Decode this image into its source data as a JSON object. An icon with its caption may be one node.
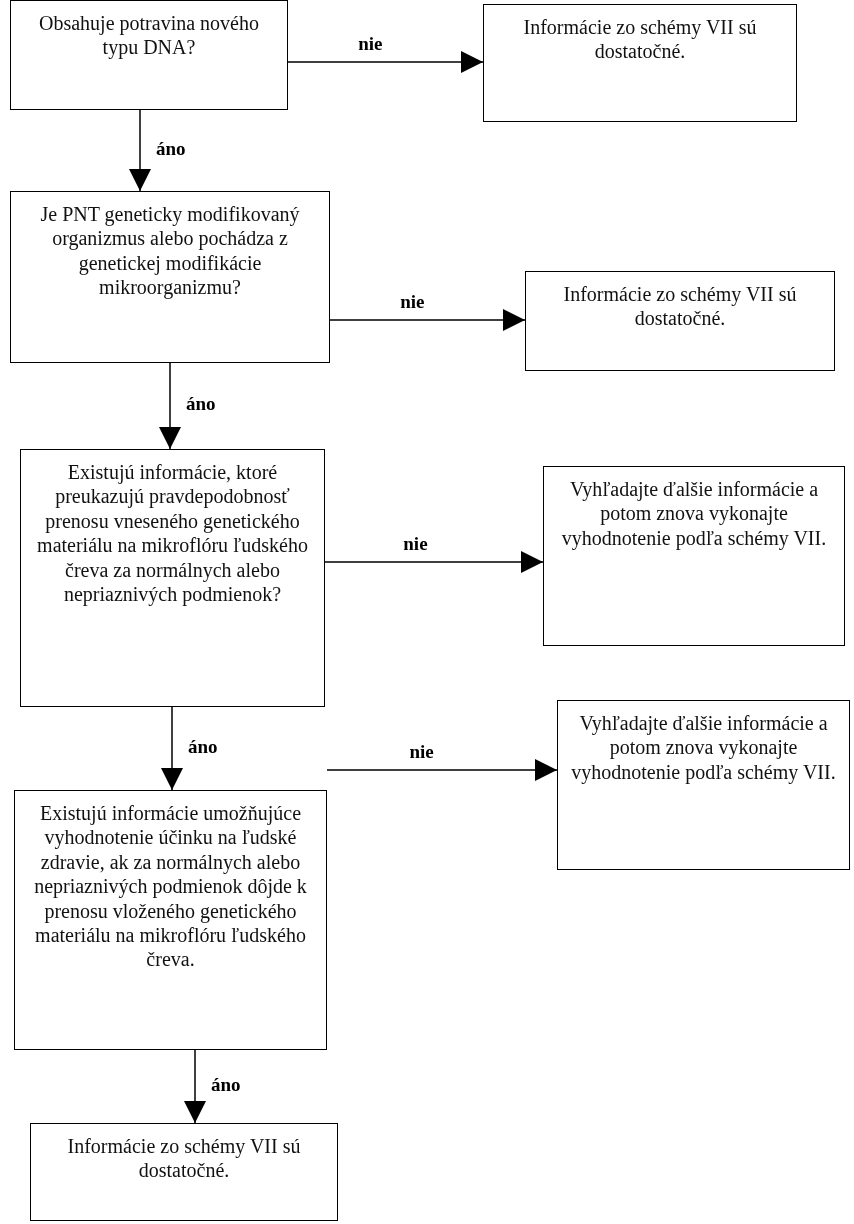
{
  "diagram": {
    "nodes": [
      {
        "text": [
          "Obsahuje potravina nového typu DNA?"
        ]
      },
      {
        "text": [
          "Informácie zo schémy VII sú dostatočné."
        ]
      },
      {
        "text": [
          "Je PNT geneticky modifikovaný organizmus alebo pochádza z genetickej modifikácie mikroorganizmu?"
        ]
      },
      {
        "text": [
          "Informácie zo schémy VII sú dostatočné."
        ]
      },
      {
        "text": [
          "Existujú informácie, ktoré preukazujú pravdepodobnosť prenosu vneseného genetického materiálu na mikroflóru ľudského čreva za normálnych alebo nepriaznivých podmienok?"
        ]
      },
      {
        "text": [
          "Vyhľadajte ďalšie informácie a potom znova vykonajte vyhodnotenie podľa schémy VII."
        ]
      },
      {
        "text": [
          "Existujú informácie umožňujúce vyhodnotenie účinku na ľudské zdravie, ak za normálnych alebo nepriaznivých podmienok dôjde k prenosu vloženého genetického materiálu na mikroflóru ľudského čreva."
        ]
      },
      {
        "text": [
          "Vyhľadajte ďalšie informácie a potom znova vykonajte vyhodnotenie podľa schémy VII."
        ]
      },
      {
        "text": [
          "Informácie zo schémy VII sú dostatočné."
        ]
      }
    ],
    "edges": [
      {
        "from": 0,
        "to": 1,
        "arrow": "to",
        "label": "nie"
      },
      {
        "from": 0,
        "to": 2,
        "arrow": "to",
        "label": "áno"
      },
      {
        "from": 2,
        "to": 3,
        "arrow": "to",
        "label": "nie"
      },
      {
        "from": 2,
        "to": 4,
        "arrow": "to",
        "label": "áno"
      },
      {
        "from": 4,
        "to": 5,
        "arrow": "to",
        "label": "nie"
      },
      {
        "from": 4,
        "to": 6,
        "arrow": "to",
        "label": "áno"
      },
      {
        "from": 6,
        "to": 7,
        "arrow": "to",
        "label": "nie"
      },
      {
        "from": 6,
        "to": 8,
        "arrow": "to",
        "label": "áno"
      }
    ]
  }
}
